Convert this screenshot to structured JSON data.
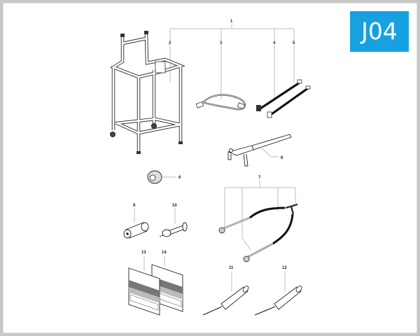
{
  "page": {
    "code": "J04",
    "accent_color": "#18a1e0",
    "frame_color": "#c8c8c8"
  },
  "callouts": {
    "c1": "1",
    "c2": "2",
    "c3": "3",
    "c4": "4",
    "c5": "5",
    "c6": "6",
    "c7": "7",
    "c8": "8",
    "c9": "9",
    "c10": "10",
    "c11": "11",
    "c12": "12",
    "c13": "13",
    "c14": "14"
  },
  "parts": [
    {
      "id": "1",
      "depiction": "kit-assembly (groups 2, 3, 4, 5)"
    },
    {
      "id": "2",
      "depiction": "tubular stand with casters"
    },
    {
      "id": "3",
      "depiction": "coiled cable with connectors"
    },
    {
      "id": "4",
      "depiction": "black hose with angled fitting"
    },
    {
      "id": "5",
      "depiction": "black hose"
    },
    {
      "id": "6",
      "depiction": "round cap / knob"
    },
    {
      "id": "7",
      "depiction": "Y-hose assembly with probes"
    },
    {
      "id": "8",
      "depiction": "fork wrench"
    },
    {
      "id": "9",
      "depiction": "adapter sleeve"
    },
    {
      "id": "10",
      "depiction": "adapter pin"
    },
    {
      "id": "11",
      "depiction": "probe tool"
    },
    {
      "id": "12",
      "depiction": "probe tool"
    },
    {
      "id": "13",
      "depiction": "gasket kit bag"
    },
    {
      "id": "14",
      "depiction": "gasket kit bag"
    }
  ]
}
